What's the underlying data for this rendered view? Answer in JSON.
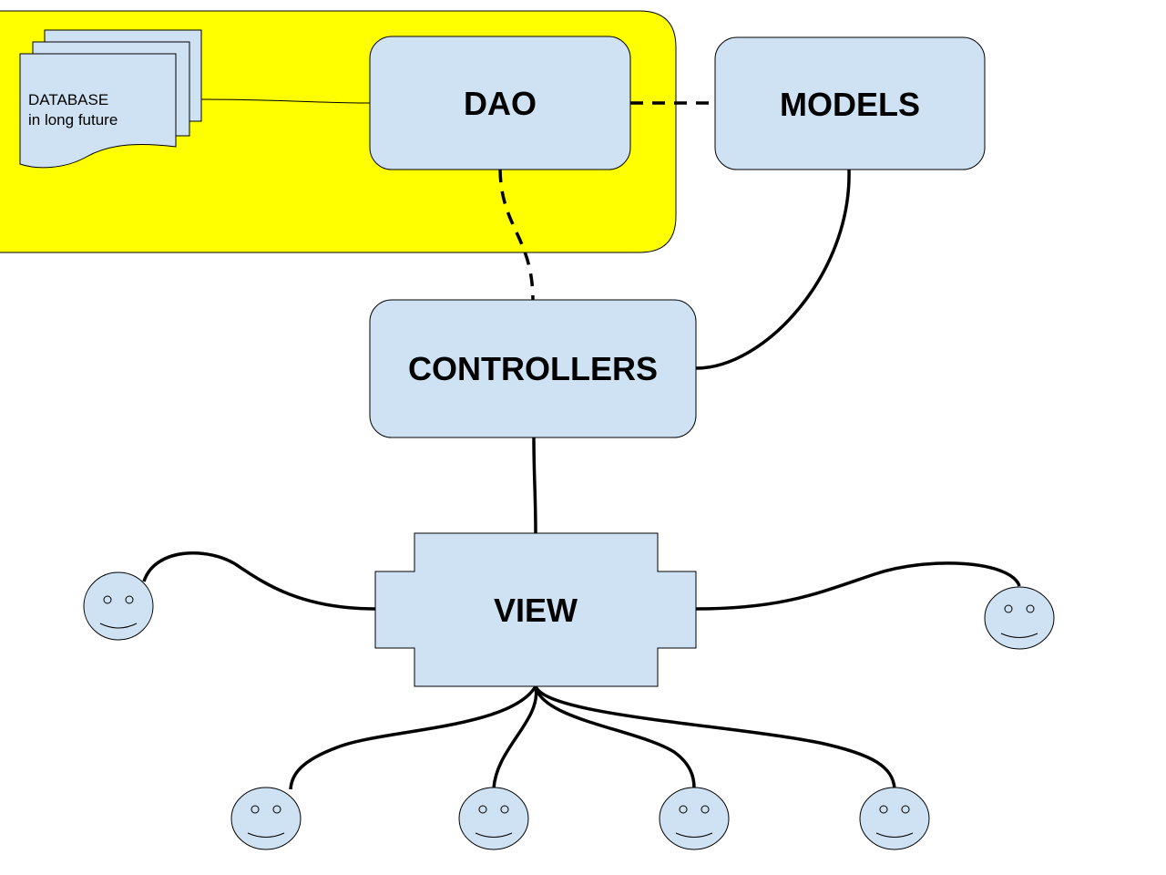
{
  "colors": {
    "highlight_region": "#ffff00",
    "node_fill": "#cfe2f3",
    "stroke": "#000000"
  },
  "nodes": {
    "dao": "DAO",
    "models": "MODELS",
    "controllers": "CONTROLLERS",
    "view": "VIEW"
  },
  "database": {
    "line1": "DATABASE",
    "line2": "in long future"
  },
  "icons": {
    "users": [
      "smiley-icon",
      "smiley-icon",
      "smiley-icon",
      "smiley-icon",
      "smiley-icon",
      "smiley-icon"
    ]
  },
  "edges": [
    {
      "from": "database",
      "to": "dao",
      "style": "solid-thin"
    },
    {
      "from": "dao",
      "to": "models",
      "style": "dashed"
    },
    {
      "from": "dao",
      "to": "controllers",
      "style": "dashed"
    },
    {
      "from": "models",
      "to": "controllers",
      "style": "solid"
    },
    {
      "from": "controllers",
      "to": "view",
      "style": "solid"
    },
    {
      "from": "view",
      "to": "user-left",
      "style": "solid"
    },
    {
      "from": "view",
      "to": "user-right",
      "style": "solid"
    },
    {
      "from": "view",
      "to": "user-bottom-1",
      "style": "solid"
    },
    {
      "from": "view",
      "to": "user-bottom-2",
      "style": "solid"
    },
    {
      "from": "view",
      "to": "user-bottom-3",
      "style": "solid"
    },
    {
      "from": "view",
      "to": "user-bottom-4",
      "style": "solid"
    }
  ]
}
